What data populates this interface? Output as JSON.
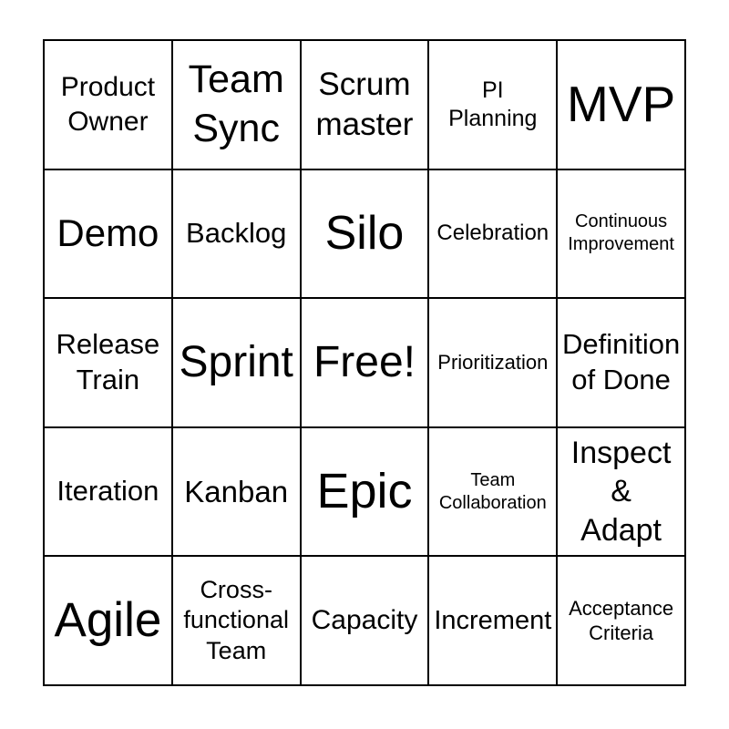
{
  "colors": {
    "background": "#ffffff",
    "grid_lines": "#000000",
    "text": "#000000"
  },
  "grid": {
    "rows": 5,
    "cols": 5,
    "cells": [
      {
        "text": "Product\nOwner",
        "font_size": 30
      },
      {
        "text": "Team\nSync",
        "font_size": 43
      },
      {
        "text": "Scrum\nmaster",
        "font_size": 35
      },
      {
        "text": "PI\nPlanning",
        "font_size": 25
      },
      {
        "text": "MVP",
        "font_size": 55
      },
      {
        "text": "Demo",
        "font_size": 42
      },
      {
        "text": "Backlog",
        "font_size": 31
      },
      {
        "text": "Silo",
        "font_size": 52
      },
      {
        "text": "Celebration",
        "font_size": 24
      },
      {
        "text": "Continuous\nImprovement",
        "font_size": 20
      },
      {
        "text": "Release\nTrain",
        "font_size": 31
      },
      {
        "text": "Sprint",
        "font_size": 48
      },
      {
        "text": "Free!",
        "font_size": 48
      },
      {
        "text": "Prioritization",
        "font_size": 22
      },
      {
        "text": "Definition\nof Done",
        "font_size": 31
      },
      {
        "text": "Iteration",
        "font_size": 31
      },
      {
        "text": "Kanban",
        "font_size": 33
      },
      {
        "text": "Epic",
        "font_size": 54
      },
      {
        "text": "Team\nCollaboration",
        "font_size": 20
      },
      {
        "text": "Inspect\n&\nAdapt",
        "font_size": 34
      },
      {
        "text": "Agile",
        "font_size": 53
      },
      {
        "text": "Cross-\nfunctional\nTeam",
        "font_size": 27
      },
      {
        "text": "Capacity",
        "font_size": 30
      },
      {
        "text": "Increment",
        "font_size": 29
      },
      {
        "text": "Acceptance\nCriteria",
        "font_size": 22
      }
    ]
  }
}
